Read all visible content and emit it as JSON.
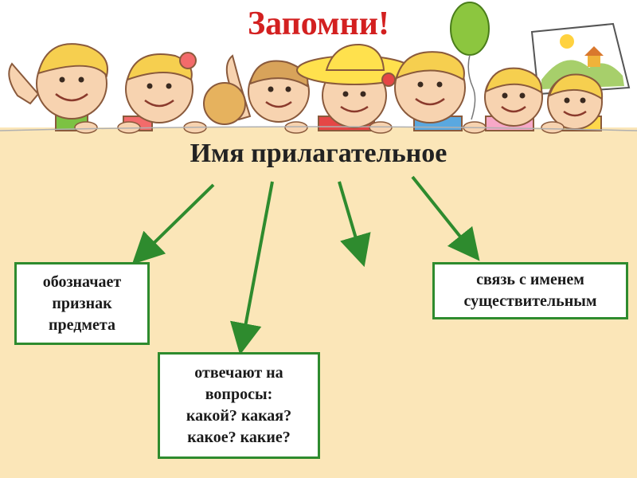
{
  "title": "Запомни!",
  "heading": "Имя прилагательное",
  "boxes": {
    "meaning": [
      "обозначает",
      "признак",
      "предмета"
    ],
    "questions": [
      "отвечают на",
      "вопросы:",
      "какой? какая?",
      "какое? какие?"
    ],
    "link": [
      "связь с именем",
      "существительным"
    ]
  },
  "colors": {
    "title": "#d32020",
    "arrow": "#2e8b2e",
    "box_border": "#2e8b2e",
    "board": "#fbe6b8"
  },
  "icons": [
    "children-illustration",
    "balloon-icon",
    "drawing-icon",
    "hat-icon"
  ]
}
